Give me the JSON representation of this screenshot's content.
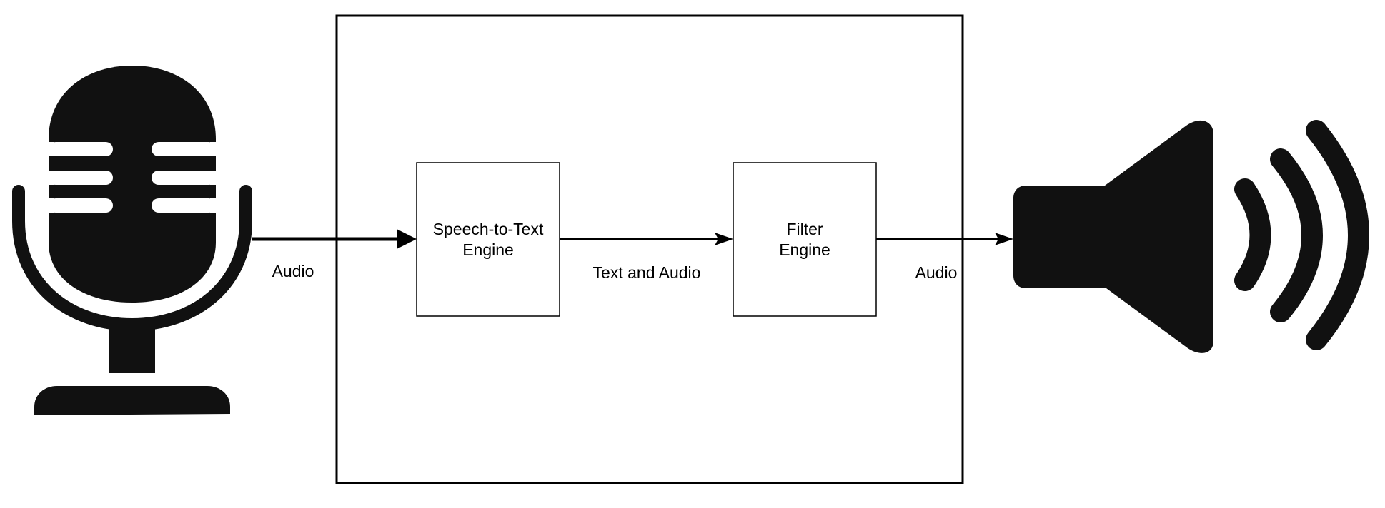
{
  "diagram": {
    "nodes": {
      "speech_to_text": {
        "line1": "Speech-to-Text",
        "line2": "Engine"
      },
      "filter": {
        "line1": "Filter",
        "line2": "Engine"
      }
    },
    "edges": {
      "mic_to_stt": "Audio",
      "stt_to_filter": "Text and Audio",
      "filter_to_speaker": "Audio"
    },
    "icons": {
      "source": "microphone-icon",
      "sink": "speaker-icon"
    },
    "colors": {
      "stroke": "#000000",
      "icon_fill": "#111111",
      "background": "#ffffff"
    }
  }
}
